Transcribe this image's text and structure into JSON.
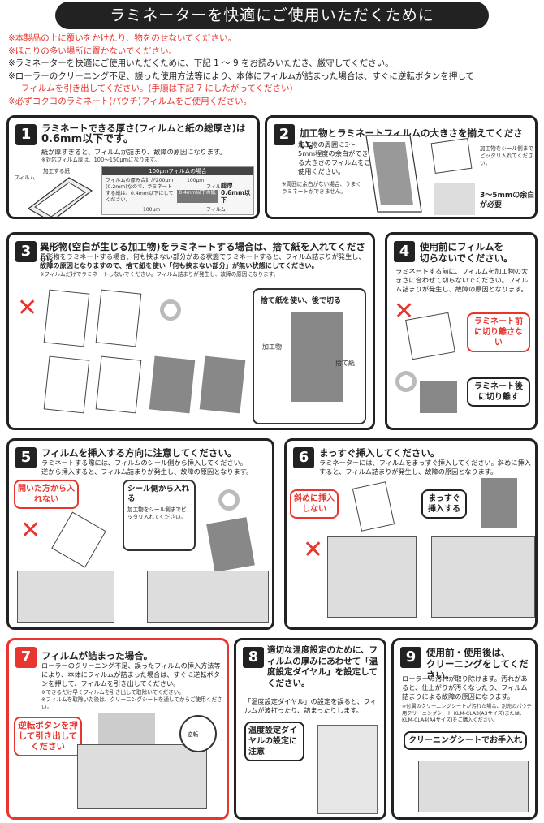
{
  "banner": "ラミネーターを快適にご使用いただくために",
  "intro": [
    "※本製品の上に覆いをかけたり、物をのせないでください。",
    "※ほこりの多い場所に置かないでください。",
    "※ラミネーターを快適にご使用いただくために、下記 1 〜 9 をお読みいただき、厳守してください。",
    "※ローラーのクリーニング不足、誤った使用方法等により、本体にフィルムが詰まった場合は、すぐに逆転ボタンを押して",
    "フィルムを引き出してください。(手順は下記 7 にしたがってください)",
    "※必ずコクヨのラミネート(パウチ)フィルムをご使用ください。"
  ],
  "s1": {
    "num": "1",
    "title1": "ラミネートできる厚さ(フィルムと紙の総厚さ)は",
    "title2": "0.6mm以下です。",
    "text": "紙が厚すぎると、フィルムが詰まり、故障の原因になります。",
    "note": "※対応フィルム厚は、100〜150μmになります。",
    "label_film": "フィルム",
    "label_paper": "加工する紙",
    "panel_title": "100μmフィルムの場合",
    "panel_text": "フィルムの厚み合計が200μm (0.2mm)なので、ラミネートする紙は、0.4mm以下にしてください。",
    "panel_100_top": "100μm",
    "panel_film_top": "フィルム",
    "panel_paper": "0.4mm以下の紙",
    "panel_total": "総厚0.6mm以下",
    "panel_100_bottom": "100μm",
    "panel_film_bottom": "フィルム"
  },
  "s2": {
    "num": "2",
    "title": "加工物とラミネートフィルムの大きさを揃えてください。",
    "text": "加工物の周囲に3〜5mm程度の余白ができる大きさのフィルムをご使用ください。",
    "note": "※周囲に余白がない場合、うまくラミネートができません。",
    "callout": "加工物をシール側までピッタリ入れてください。",
    "margin_label": "3〜5mmの余白が必要"
  },
  "s3": {
    "num": "3",
    "title": "異形物(空白が生じる加工物)をラミネートする場合は、捨て紙を入れてください。",
    "text1": "異形物をラミネートする場合、何も挟まない部分がある状態でラミネートすると、フィルム詰まりが発生し、",
    "text2": "故障の原因となりますので、捨て紙を使い「何も挟まない部分」が無い状態にしてください。",
    "note": "※フィルムだけでラミネートしないでください。フィルム詰まりが発生し、故障の原因になります。",
    "bubble_title": "捨て紙を使い、後で切る",
    "label_item": "加工物",
    "label_waste": "捨て紙"
  },
  "s4": {
    "num": "4",
    "title1": "使用前にフィルムを",
    "title2": "切らないでください。",
    "text": "ラミネートする前に、フィルムを加工物の大きさに合わせて切らないでください。フィルム詰まりが発生し、故障の原因となります。",
    "bad": "ラミネート前に切り離さない",
    "good": "ラミネート後に切り離す"
  },
  "s5": {
    "num": "5",
    "title": "フィルムを挿入する方向に注意してください。",
    "text1": "ラミネートする際には、フィルムのシール側から挿入してください。",
    "text2": "逆から挿入すると、フィルム詰まりが発生し、故障の原因となります。",
    "bad": "開いた方から入れない",
    "good_title": "シール側から入れる",
    "good_text": "加工物をシール側までピッタリ入れてください。"
  },
  "s6": {
    "num": "6",
    "title": "まっすぐ挿入してください。",
    "text": "ラミネーターには、フィルムをまっすぐ挿入してください。斜めに挿入すると、フィルム詰まりが発生し、故障の原因となります。",
    "bad": "斜めに挿入しない",
    "good": "まっすぐ挿入する"
  },
  "s7": {
    "num": "7",
    "title": "フィルムが詰まった場合。",
    "text": "ローラーのクリーニング不足、誤ったフィルムの挿入方法等により、本体にフィルムが詰まった場合は、すぐに逆転ボタンを押して、フィルムを引き出してください。",
    "note1": "※できるだけ早くフィルムを引き出して取除いてください。",
    "note2": "※フィルムを取除いた後は、クリーニングシートを通してからご使用ください。",
    "callout": "逆転ボタンを押して引き出してください",
    "button_label": "逆転"
  },
  "s8": {
    "num": "8",
    "title": "適切な温度設定のために、フィルムの厚みにあわせて「温度設定ダイヤル」を設定してください。",
    "text": "「温度設定ダイヤル」の設定を誤ると、フィルムが波打ったり、詰まったりします。",
    "callout": "温度設定ダイヤルの設定に注意"
  },
  "s9": {
    "num": "9",
    "title1": "使用前・使用後は、",
    "title2": "クリーニングをしてください。",
    "text": "ローラーの汚れが取り除けます。汚れがあると、仕上がりが汚くなったり、フィルム詰まりによる故障の原因になります。",
    "note": "※付属のクリーニングシートが汚れた場合、別売のパウチ用クリーニングシート KLM-CLA3(A3サイズ)または、KLM-CLA4(A4サイズ)をご購入ください。",
    "callout": "クリーニングシートでお手入れ"
  }
}
